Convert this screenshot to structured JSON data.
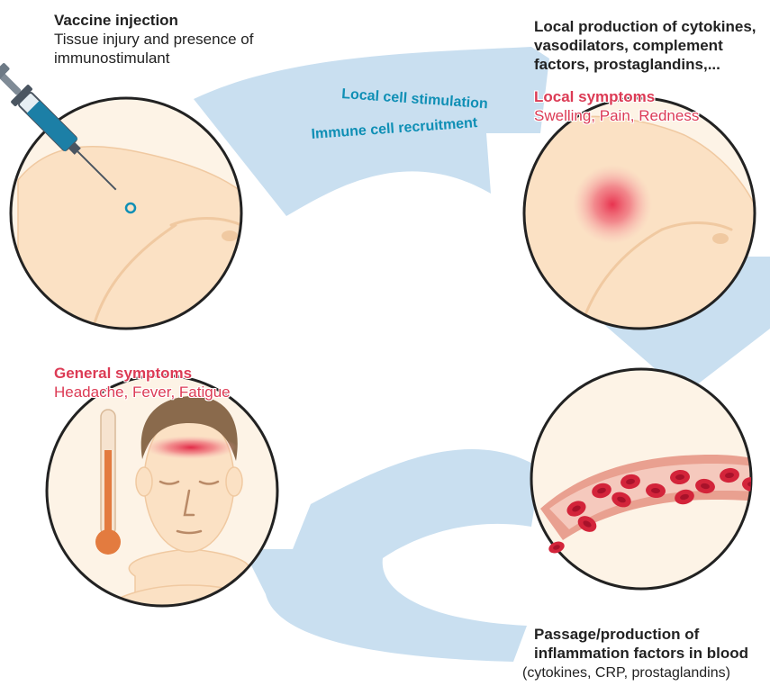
{
  "steps": {
    "injection": {
      "title": "Vaccine injection",
      "description": "Tissue injury and presence of\nimmunostimulant"
    },
    "local_production": {
      "title": "Local production of cytokines,\nvasodilators, complement\nfactors, prostaglandins,..."
    },
    "local_symptoms": {
      "title": "Local symptoms",
      "list": "Swelling, Pain, Redness"
    },
    "blood_passage": {
      "title": "Passage/production of\ninflammation factors in blood",
      "detail": "(cytokines, CRP, prostaglandins)"
    },
    "general_symptoms": {
      "title": "General symptoms",
      "list": "Headache, Fever, Fatigue"
    }
  },
  "arrow_labels": {
    "stimulation": "Local cell stimulation",
    "recruitment": "Immune cell recruitment"
  },
  "colors": {
    "arrow": "#c9dff0",
    "skin": "#fbe1c4",
    "skin_shade": "#f0c9a1",
    "outline": "#222222",
    "symptom_red": "#dc3b55",
    "label_blue": "#0f8fb5",
    "vessel": "#e9a090",
    "blood_cell": "#d3243a",
    "hair": "#8a6a4c",
    "thermometer": "#e37b3f",
    "syringe": "#1c7fa6"
  }
}
